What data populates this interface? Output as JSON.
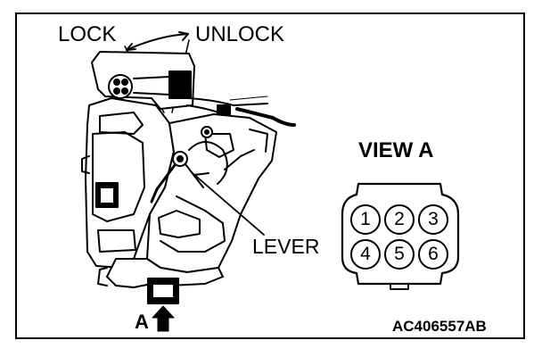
{
  "labels": {
    "lock": "LOCK",
    "unlock": "UNLOCK",
    "lever": "LEVER",
    "view_a": "VIEW A",
    "arrow_a": "A",
    "figure_code": "AC406557AB"
  },
  "connector": {
    "pins": [
      "1",
      "2",
      "3",
      "4",
      "5",
      "6"
    ]
  },
  "colors": {
    "line": "#000000",
    "background": "#ffffff"
  }
}
